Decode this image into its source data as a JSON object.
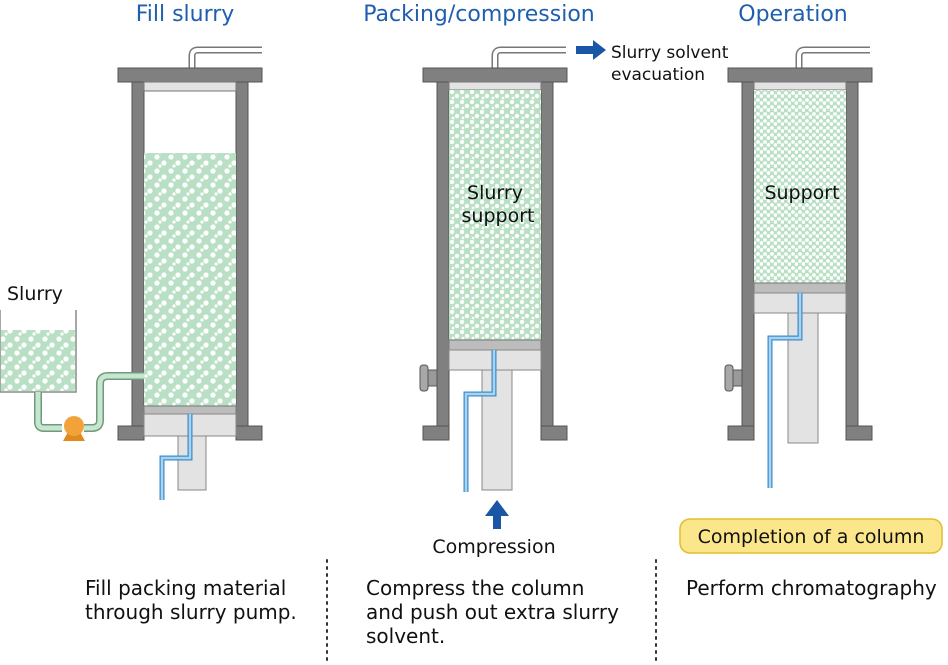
{
  "stages": [
    {
      "title": "Fill slurry",
      "caption": [
        "Fill packing material",
        "through slurry pump."
      ]
    },
    {
      "title": "Packing/compression",
      "caption": [
        "Compress the column",
        "and push out extra slurry",
        "solvent."
      ]
    },
    {
      "title": "Operation",
      "caption": [
        "Perform chromatography"
      ]
    }
  ],
  "labels": {
    "slurry": "Slurry",
    "slurry_support": [
      "Slurry",
      "support"
    ],
    "support": "Support",
    "evacuation": [
      "Slurry solvent",
      "evacuation"
    ],
    "compression": "Compression",
    "completion": "Completion of a column"
  },
  "colors": {
    "title": "#1f5fae",
    "frame": "#808080",
    "frame_inner": "#dddddd",
    "slurry": "#b9dfc4",
    "tube_blue": "#6eb5e6",
    "pump": "#f3a23a",
    "arrow": "#1a56a6",
    "badge": "#fbe68b",
    "badge_border": "#e2bd2c"
  }
}
